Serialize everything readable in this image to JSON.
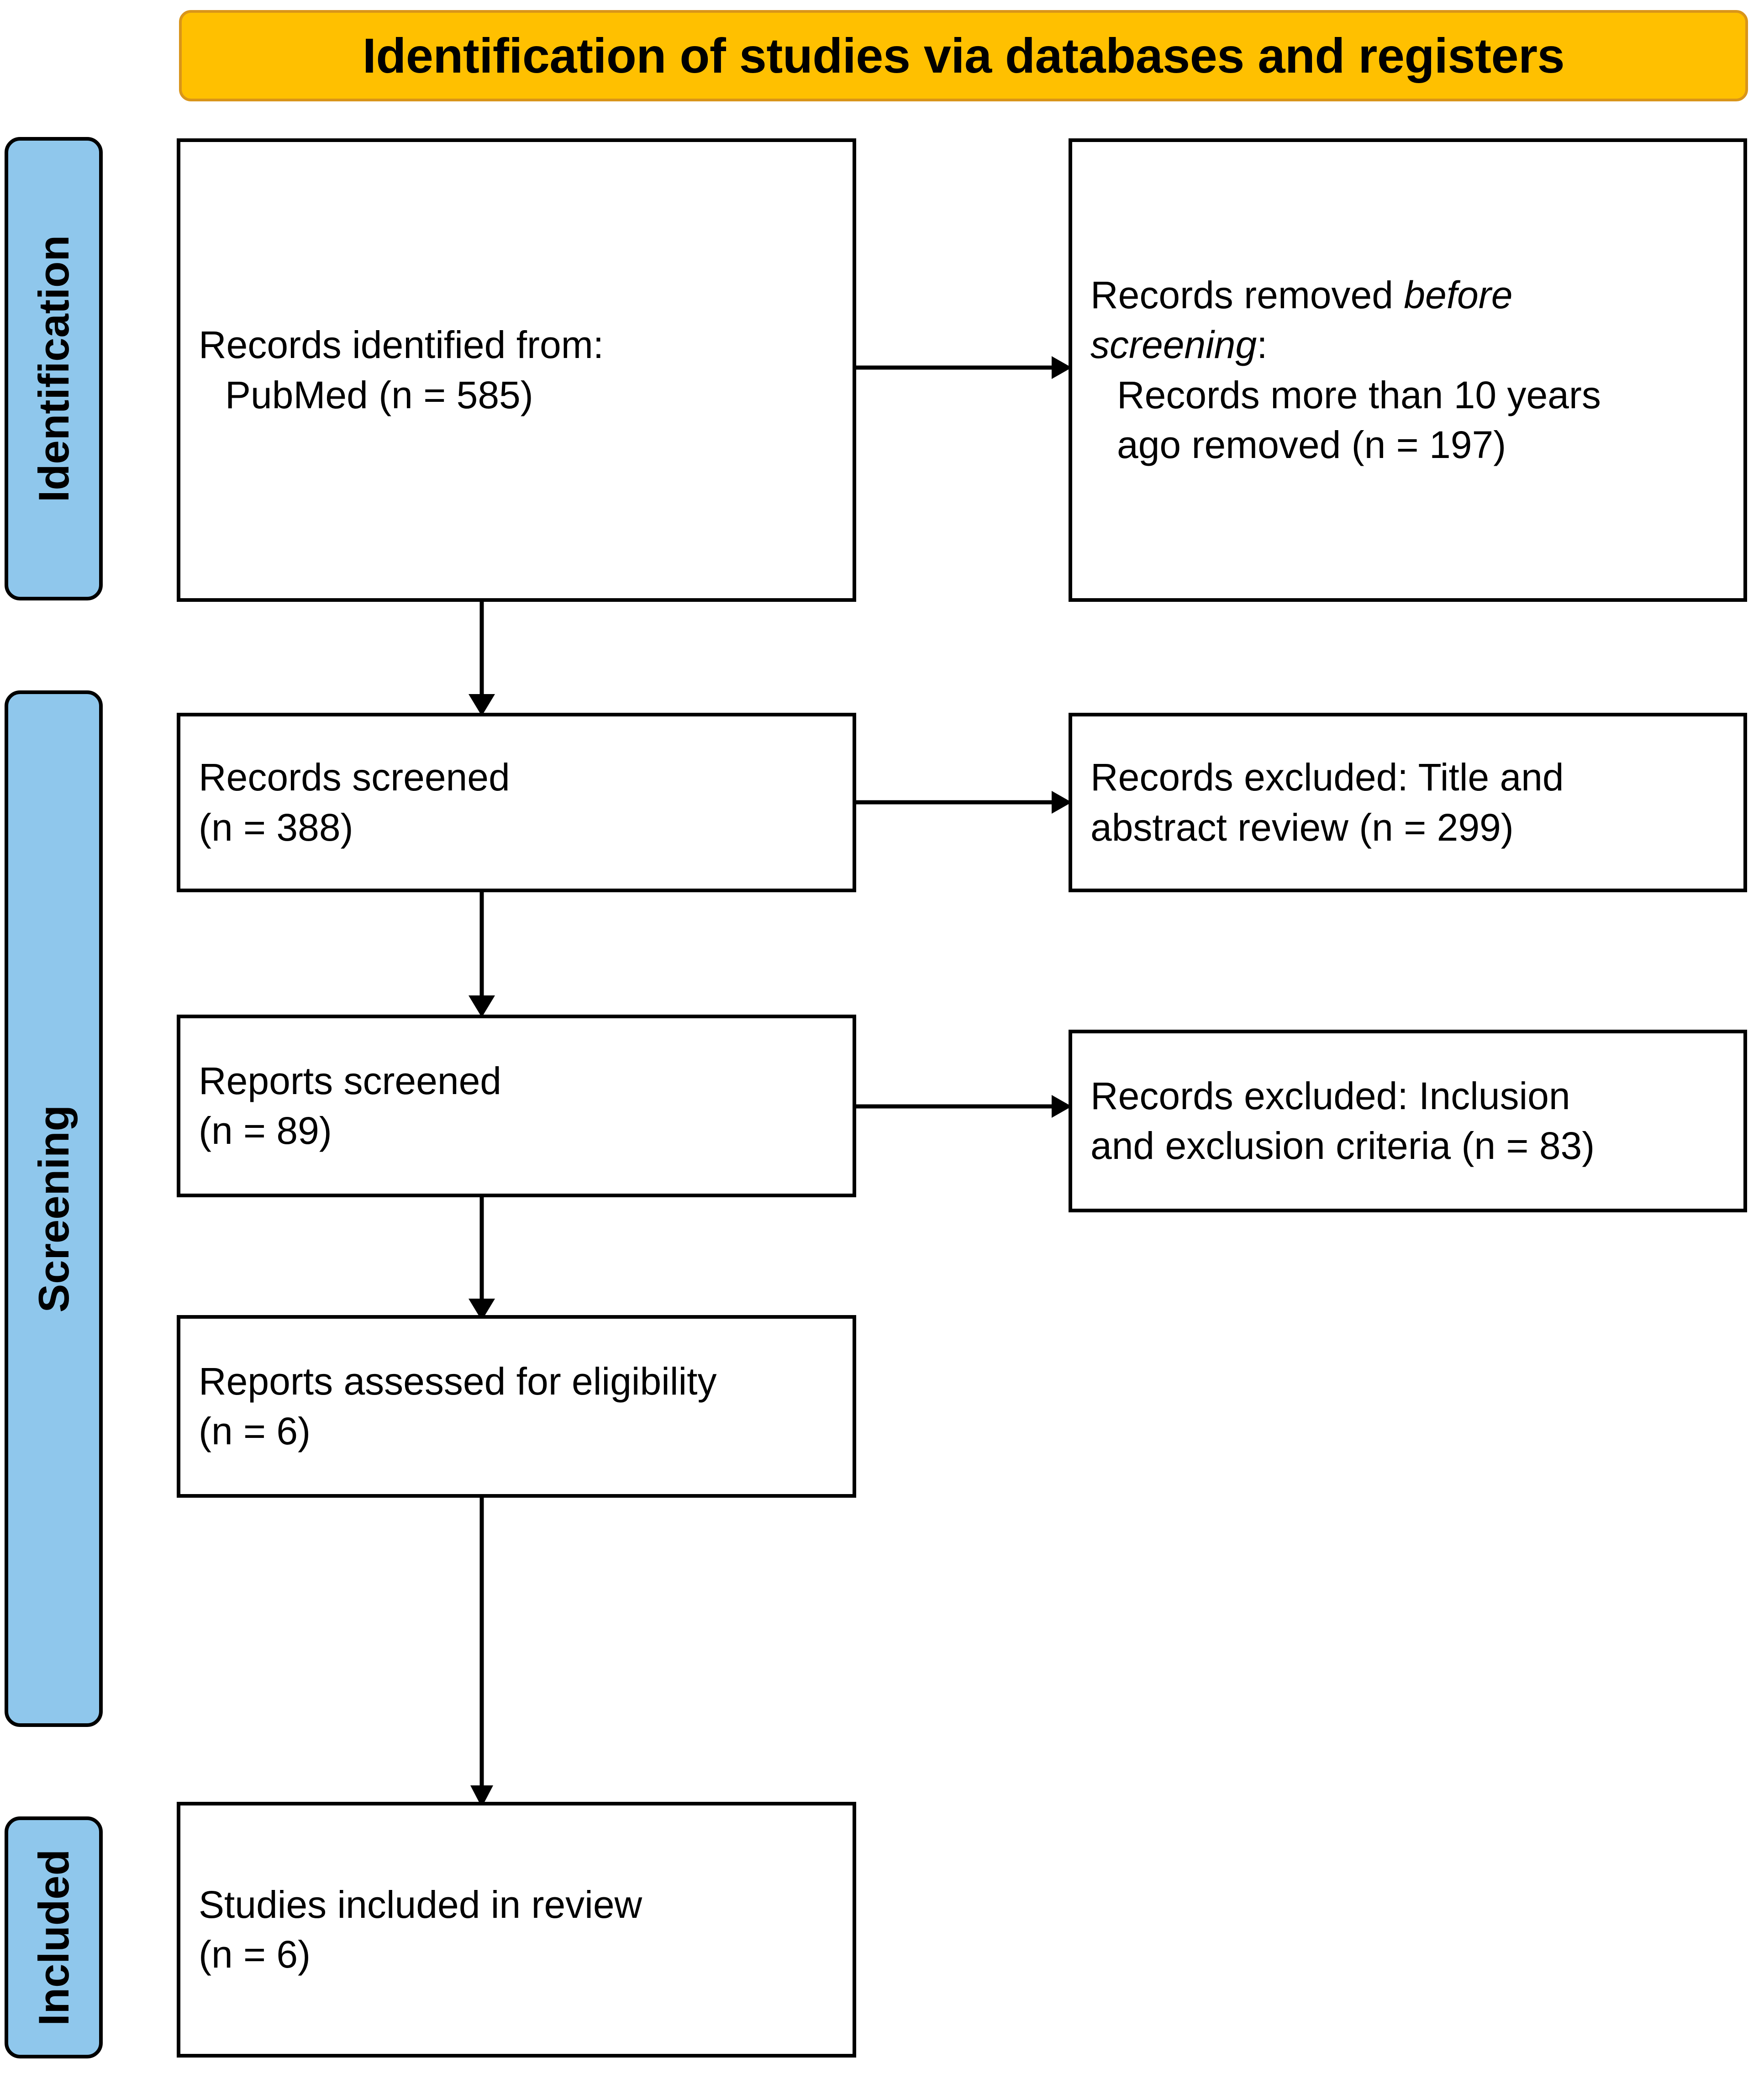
{
  "title": {
    "text": "Identification of studies via databases and registers",
    "background_color": "#FFC000",
    "border_color": "#D9951A"
  },
  "stages": [
    {
      "key": "identification",
      "label": "Identification",
      "color": "#8FC7EC"
    },
    {
      "key": "screening",
      "label": "Screening",
      "color": "#8FC7EC"
    },
    {
      "key": "included",
      "label": "Included",
      "color": "#8FC7EC"
    }
  ],
  "boxes": {
    "records_identified": {
      "line1": "Records identified from:",
      "line2": "PubMed (n = 585)",
      "n": 585,
      "source": "PubMed"
    },
    "records_removed": {
      "line1_prefix": "Records removed ",
      "line1_em": "before",
      "line2_em": "screening",
      "line2_suffix": ":",
      "line3": "Records more than 10 years",
      "line4": "ago removed (n = 197)",
      "n": 197
    },
    "records_screened": {
      "line1": "Records screened",
      "line2": "(n = 388)",
      "n": 388
    },
    "records_excluded_title": {
      "line1": "Records excluded: Title and",
      "line2": "abstract review (n = 299)",
      "n": 299
    },
    "reports_screened": {
      "line1": "Reports screened",
      "line2": "(n = 89)",
      "n": 89
    },
    "records_excluded_criteria": {
      "line1": "Records excluded: Inclusion",
      "line2": "and exclusion criteria (n = 83)",
      "n": 83
    },
    "reports_assessed": {
      "line1": "Reports assessed for eligibility",
      "line2": "(n = 6)",
      "n": 6
    },
    "studies_included": {
      "line1": "Studies included in review",
      "line2": "(n = 6)",
      "n": 6
    }
  },
  "chart_data": {
    "type": "diagram",
    "title": "Identification of studies via databases and registers",
    "nodes": [
      {
        "id": "records_identified",
        "stage": "Identification",
        "label": "Records identified from: PubMed (n = 585)",
        "n": 585
      },
      {
        "id": "records_removed",
        "stage": "Identification",
        "label": "Records removed before screening: Records more than 10 years ago removed (n = 197)",
        "n": 197
      },
      {
        "id": "records_screened",
        "stage": "Screening",
        "label": "Records screened (n = 388)",
        "n": 388
      },
      {
        "id": "records_excluded_title",
        "stage": "Screening",
        "label": "Records excluded: Title and abstract review (n = 299)",
        "n": 299
      },
      {
        "id": "reports_screened",
        "stage": "Screening",
        "label": "Reports screened (n = 89)",
        "n": 89
      },
      {
        "id": "records_excluded_criteria",
        "stage": "Screening",
        "label": "Records excluded: Inclusion and exclusion criteria (n = 83)",
        "n": 83
      },
      {
        "id": "reports_assessed",
        "stage": "Screening",
        "label": "Reports assessed for eligibility (n = 6)",
        "n": 6
      },
      {
        "id": "studies_included",
        "stage": "Included",
        "label": "Studies included in review (n = 6)",
        "n": 6
      }
    ],
    "edges": [
      {
        "from": "records_identified",
        "to": "records_removed",
        "direction": "right"
      },
      {
        "from": "records_identified",
        "to": "records_screened",
        "direction": "down"
      },
      {
        "from": "records_screened",
        "to": "records_excluded_title",
        "direction": "right"
      },
      {
        "from": "records_screened",
        "to": "reports_screened",
        "direction": "down"
      },
      {
        "from": "reports_screened",
        "to": "records_excluded_criteria",
        "direction": "right"
      },
      {
        "from": "reports_screened",
        "to": "reports_assessed",
        "direction": "down"
      },
      {
        "from": "reports_assessed",
        "to": "studies_included",
        "direction": "down"
      }
    ]
  }
}
